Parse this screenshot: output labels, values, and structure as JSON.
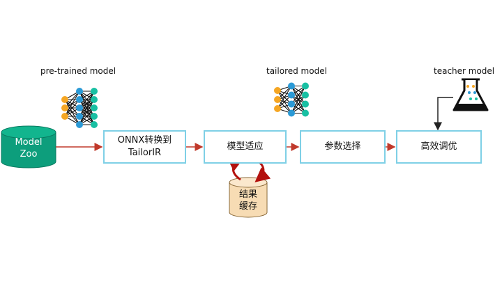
{
  "labels": {
    "pretrained": "pre-trained model",
    "tailored": "tailored model",
    "teacher": "teacher model"
  },
  "model_zoo": {
    "line1": "Model",
    "line2": "Zoo"
  },
  "cache": {
    "line1": "结果",
    "line2": "缓存"
  },
  "steps": [
    {
      "line1": "ONNX转换到",
      "line2": "TailorIR"
    },
    {
      "line1": "模型适应"
    },
    {
      "line1": "参数选择"
    },
    {
      "line1": "高效调优"
    }
  ],
  "colors": {
    "zoo_fill": "#0d9e7c",
    "box_border": "#7fd0e6",
    "arrow": "#c0392b",
    "cache_fill": "#f7dcb4",
    "node_input": "#f5a623",
    "node_hidden": "#2b9ad6",
    "node_output": "#19c0a3"
  },
  "icons": [
    "neural-network-icon",
    "flask-icon",
    "database-icon"
  ]
}
